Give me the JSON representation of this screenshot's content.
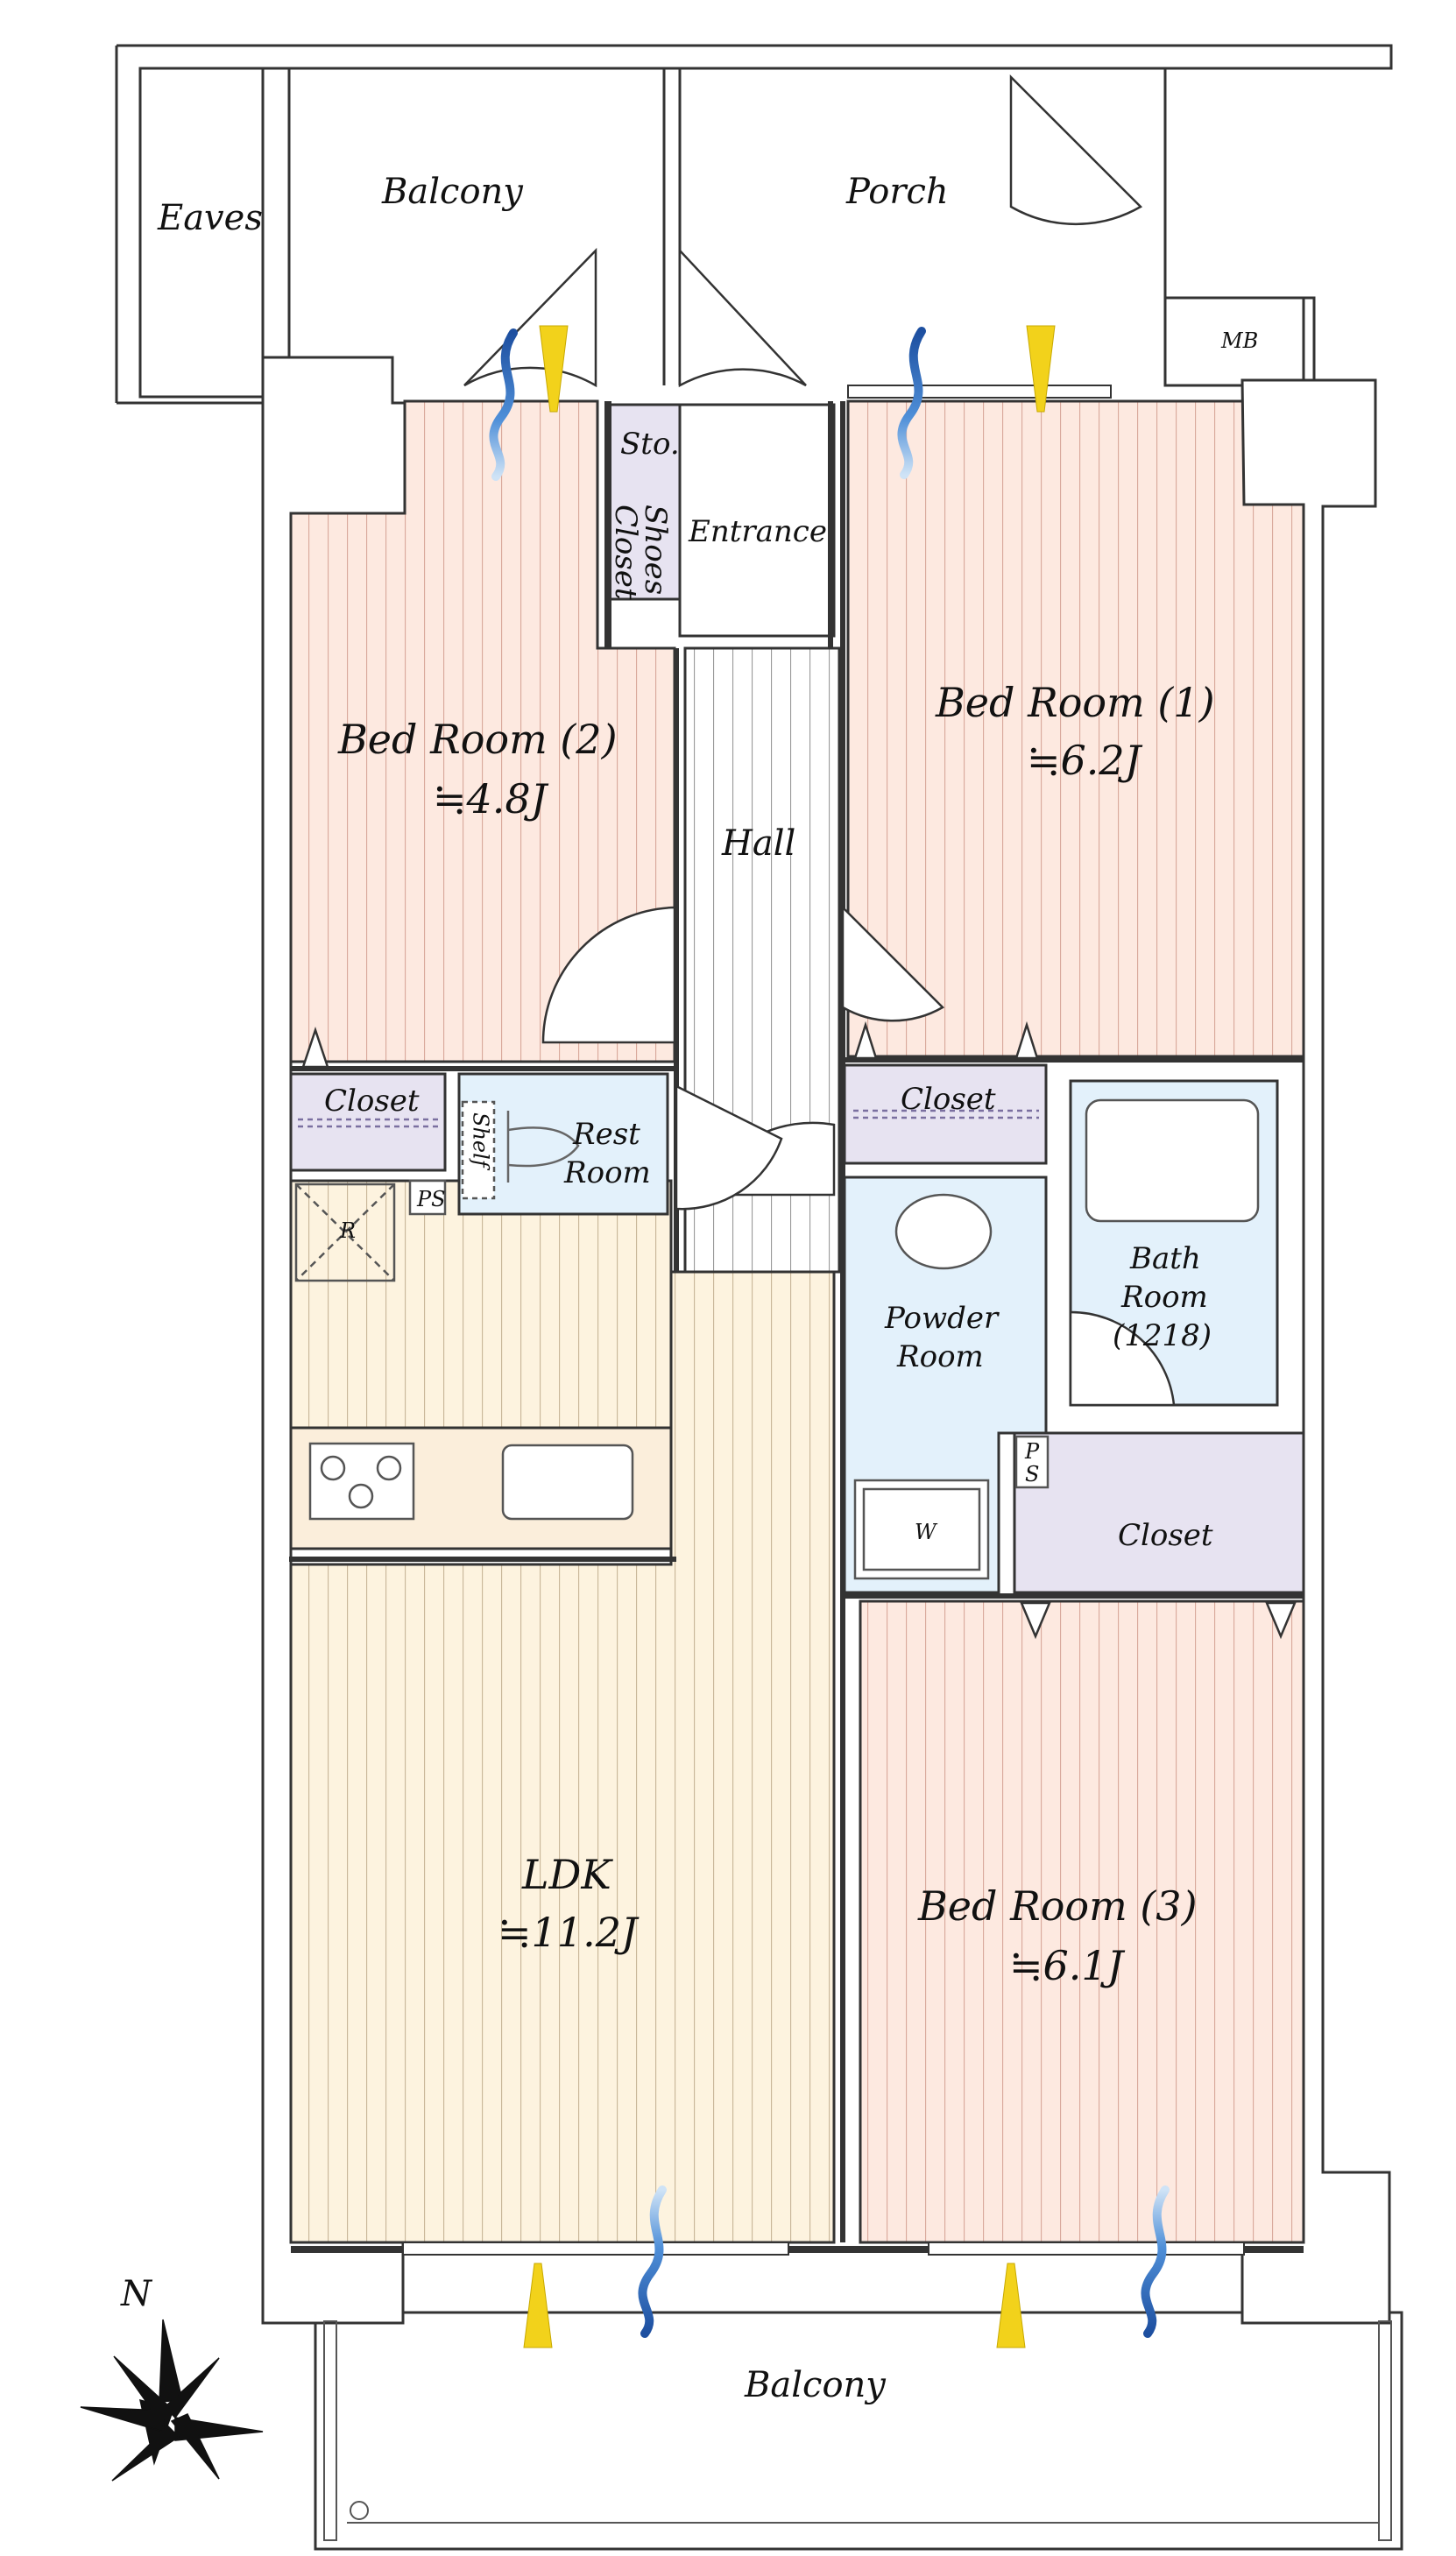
{
  "outside": {
    "eaves": "Eaves",
    "balcony_top": "Balcony",
    "porch": "Porch",
    "mb": "MB",
    "balcony_bottom": "Balcony"
  },
  "rooms": {
    "bed2": {
      "name": "Bed Room (2)",
      "size": "≒4.8J"
    },
    "bed1": {
      "name": "Bed Room (1)",
      "size": "≒6.2J"
    },
    "bed3": {
      "name": "Bed Room (3)",
      "size": "≒6.1J"
    },
    "ldk": {
      "name": "LDK",
      "size": "≒11.2J"
    },
    "hall": "Hall",
    "entrance": "Entrance",
    "storage": "Sto.",
    "shoes_closet_line1": "Shoes",
    "shoes_closet_line2": "Closet",
    "closet_left": "Closet",
    "closet_mid": "Closet",
    "closet_right": "Closet",
    "rest_room_line1": "Rest",
    "rest_room_line2": "Room",
    "shelf": "Shelf",
    "ps_left": "PS",
    "ps_right_line1": "P",
    "ps_right_line2": "S",
    "refrigerator": "R",
    "powder_room_line1": "Powder",
    "powder_room_line2": "Room",
    "washer": "W",
    "bath_line1": "Bath",
    "bath_line2": "Room",
    "bath_line3": "(1218)"
  },
  "compass": {
    "north": "N"
  },
  "colors": {
    "bedroom_floor": "#fde9e0",
    "ldk_floor": "#fdf3df",
    "hall_floor": "#ffffff",
    "wet_area": "#e3f1fb",
    "closet": "#e7e3f1",
    "wind_blue": "#2f6fc0",
    "sun_yellow": "#f2d21b"
  }
}
